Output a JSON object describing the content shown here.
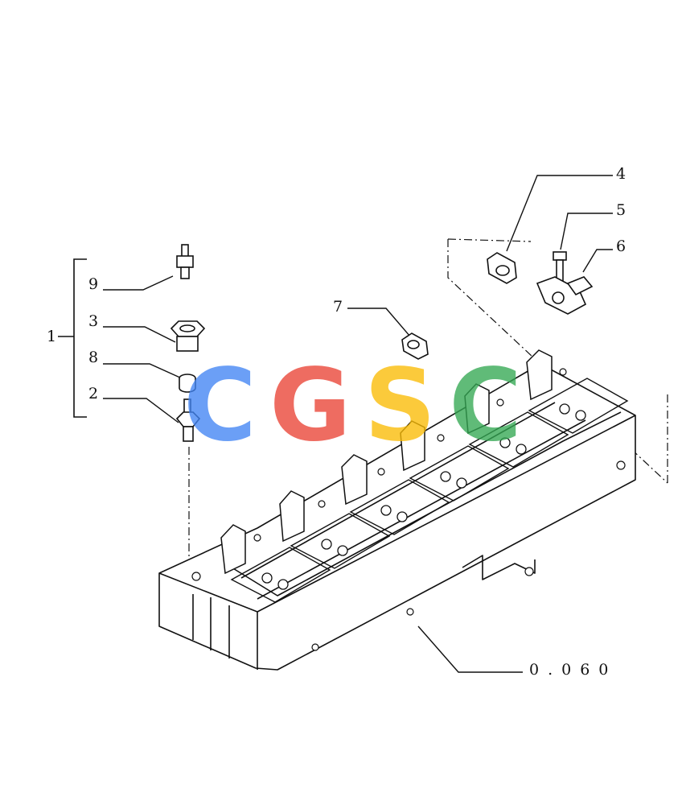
{
  "diagram": {
    "callouts": {
      "assembly": "1",
      "item_2": "2",
      "item_3": "3",
      "item_4": "4",
      "item_5": "5",
      "item_6": "6",
      "item_7": "7",
      "item_8": "8",
      "item_9": "9"
    },
    "reference": "0.060"
  },
  "watermark": {
    "letters": [
      "C",
      "G",
      "S",
      "C"
    ],
    "colors": [
      "#4285f4",
      "#ea4335",
      "#fbbc05",
      "#34a853"
    ]
  },
  "colors": {
    "line": "#111111",
    "background": "#ffffff"
  }
}
